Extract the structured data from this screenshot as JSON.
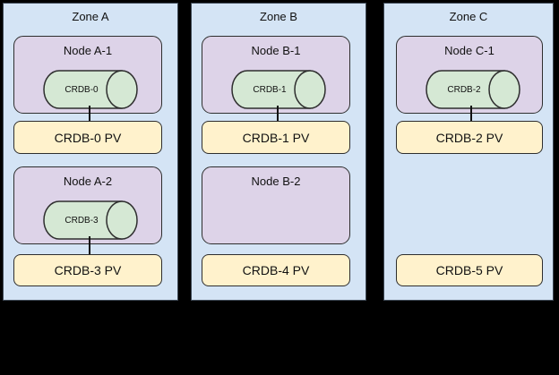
{
  "diagram": {
    "description": "CockroachDB zones, nodes and persistent volumes diagram",
    "colors": {
      "background": "#000000",
      "zone_fill": "#d4e4f5",
      "zone_border": "#3f4a57",
      "node_fill": "#ddd3e8",
      "node_border": "#2e2e2e",
      "cylinder_fill": "#d5e8d4",
      "cylinder_border": "#2e2e2e",
      "pv_fill": "#fff2cc",
      "pv_border": "#2e2e2e",
      "connector": "#111111",
      "text": "#111111"
    },
    "zones": [
      {
        "title": "Zone A",
        "nodes": [
          {
            "title": "Node A-1",
            "cylinder": "CRDB-0",
            "pv": "CRDB-0 PV"
          },
          {
            "title": "Node A-2",
            "cylinder": "CRDB-3",
            "pv": "CRDB-3 PV"
          }
        ]
      },
      {
        "title": "Zone B",
        "nodes": [
          {
            "title": "Node B-1",
            "cylinder": "CRDB-1",
            "pv": "CRDB-1 PV"
          },
          {
            "title": "Node B-2",
            "cylinder": null,
            "pv": "CRDB-4 PV"
          }
        ]
      },
      {
        "title": "Zone C",
        "nodes": [
          {
            "title": "Node C-1",
            "cylinder": "CRDB-2",
            "pv": "CRDB-2 PV"
          },
          {
            "title": null,
            "cylinder": null,
            "pv": "CRDB-5 PV"
          }
        ]
      }
    ]
  }
}
